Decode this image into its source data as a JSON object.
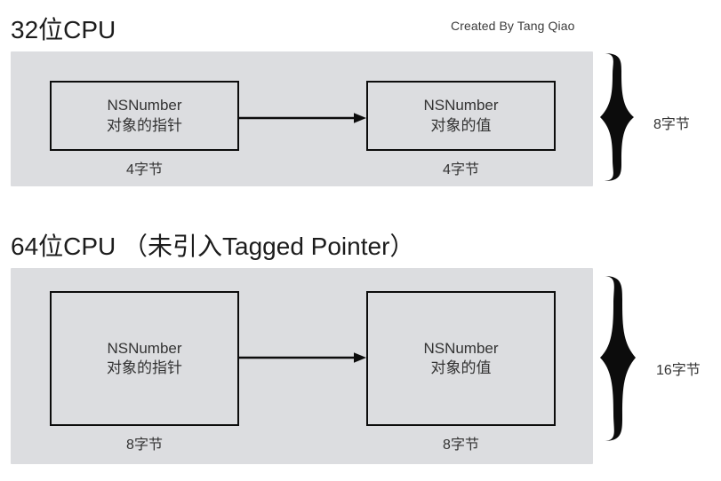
{
  "credit": "Created By Tang Qiao",
  "sections": [
    {
      "title": "32位CPU",
      "boxes": [
        {
          "line1": "NSNumber",
          "line2": "对象的指针",
          "size_label": "4字节"
        },
        {
          "line1": "NSNumber",
          "line2": "对象的值",
          "size_label": "4字节"
        }
      ],
      "total_label": "8字节"
    },
    {
      "title": "64位CPU （未引入Tagged Pointer）",
      "boxes": [
        {
          "line1": "NSNumber",
          "line2": "对象的指针",
          "size_label": "8字节"
        },
        {
          "line1": "NSNumber",
          "line2": "对象的值",
          "size_label": "8字节"
        }
      ],
      "total_label": "16字节"
    }
  ],
  "colors": {
    "panel_background": "#dcdde0",
    "box_border": "#0c0c0c",
    "text": "#333333",
    "title_text": "#1c1c1c",
    "page_background": "#ffffff"
  }
}
